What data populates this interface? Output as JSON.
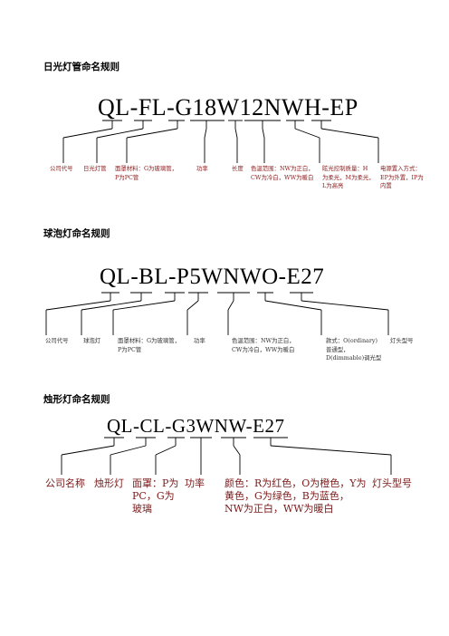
{
  "section1": {
    "heading": "日光灯管命名规则",
    "code": "QL-FL-G18W12NWH-EP",
    "labels": {
      "company": "公司代号",
      "tube": "日光灯管",
      "cover_1": "面罩材料：G为玻璃管，",
      "cover_2": "P为PC管",
      "power": "功率",
      "length": "长度",
      "color_1": "色温范围：NW为正白，",
      "color_2": "CW为冷白，WW为暖白",
      "dim_1": "眩光控制质量：H",
      "dim_2": "为柔光，M为柔光，",
      "dim_3": "L为高亮",
      "ps_1": "电源置入方式：",
      "ps_2": "EP为外置，IP为",
      "ps_3": "内置"
    }
  },
  "section2": {
    "heading": "球泡灯命名规则",
    "code": "QL-BL-P5WNWO-E27",
    "labels": {
      "company": "公司代号",
      "bulb": "球泡灯",
      "cover_1": "面罩材料：G为玻璃管，",
      "cover_2": "P为PC管",
      "power": "功率",
      "color_1": "色温范围：NW为正白，",
      "color_2": "CW为冷白，WW为暖白",
      "style_1": "款式：O(ordinary)",
      "style_2": "普通型，",
      "style_3": "D(dimmable)调光型",
      "base": "灯头型号"
    }
  },
  "section3": {
    "heading": "烛形灯命名规则",
    "code": "QL-CL-G3WNW-E27",
    "labels": {
      "company": "公司名称",
      "candle": "烛形灯",
      "cover_1": "面罩：P为",
      "cover_2": "PC，G为",
      "cover_3": "玻璃",
      "power": "功率",
      "color_1": "颜色：R为红色，O为橙色，Y为",
      "color_2": "黄色，G为绿色，B为蓝色，",
      "color_3": "NW为正白，WW为暖白",
      "base": "灯头型号"
    }
  }
}
